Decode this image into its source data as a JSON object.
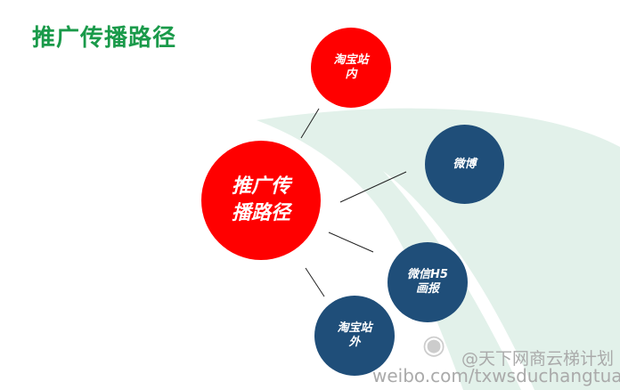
{
  "title": "推广传播路径",
  "center": {
    "label": "推广传播路径",
    "line1": "推广传",
    "line2": "播路径",
    "color": "#ff0000"
  },
  "nodes": [
    {
      "line1": "淘宝站",
      "line2": "内",
      "color": "#ff0000"
    },
    {
      "line1": "微博",
      "line2": "",
      "color": "#1f4e79"
    },
    {
      "line1": "微信H5",
      "line2": "画报",
      "color": "#1f4e79"
    },
    {
      "line1": "淘宝站",
      "line2": "外",
      "color": "#1f4e79"
    }
  ],
  "watermark": {
    "account": "@天下网商云梯计划",
    "url": "weibo.com/txwsduchangtuan"
  }
}
